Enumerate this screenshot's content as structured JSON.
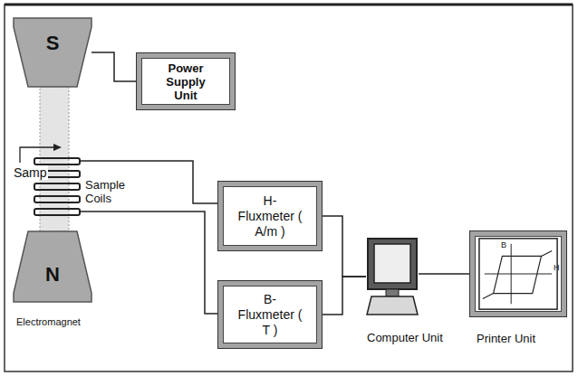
{
  "diagram": {
    "nodes": [
      {
        "text": [
          "S"
        ]
      },
      {
        "text": [
          "Power Supply Unit"
        ]
      },
      {
        "text": [
          "N"
        ]
      },
      {
        "text": [
          "H- Fluxmeter ( A/m )"
        ]
      },
      {
        "text": [
          "B- Fluxmeter ( T )"
        ]
      },
      {
        "text": [
          "Computer Unit"
        ]
      },
      {
        "text": [
          "Printer Unit"
        ]
      }
    ],
    "edges": [
      {
        "from": 0,
        "to": 1,
        "arrow": "none"
      },
      {
        "from": 3,
        "to": 5,
        "arrow": "none"
      },
      {
        "from": 4,
        "to": 5,
        "arrow": "none"
      },
      {
        "from": 5,
        "to": 6,
        "arrow": "none"
      }
    ],
    "labels": [
      "Samp",
      "Sample Coils",
      "Electromagnet",
      "B",
      "H"
    ]
  }
}
